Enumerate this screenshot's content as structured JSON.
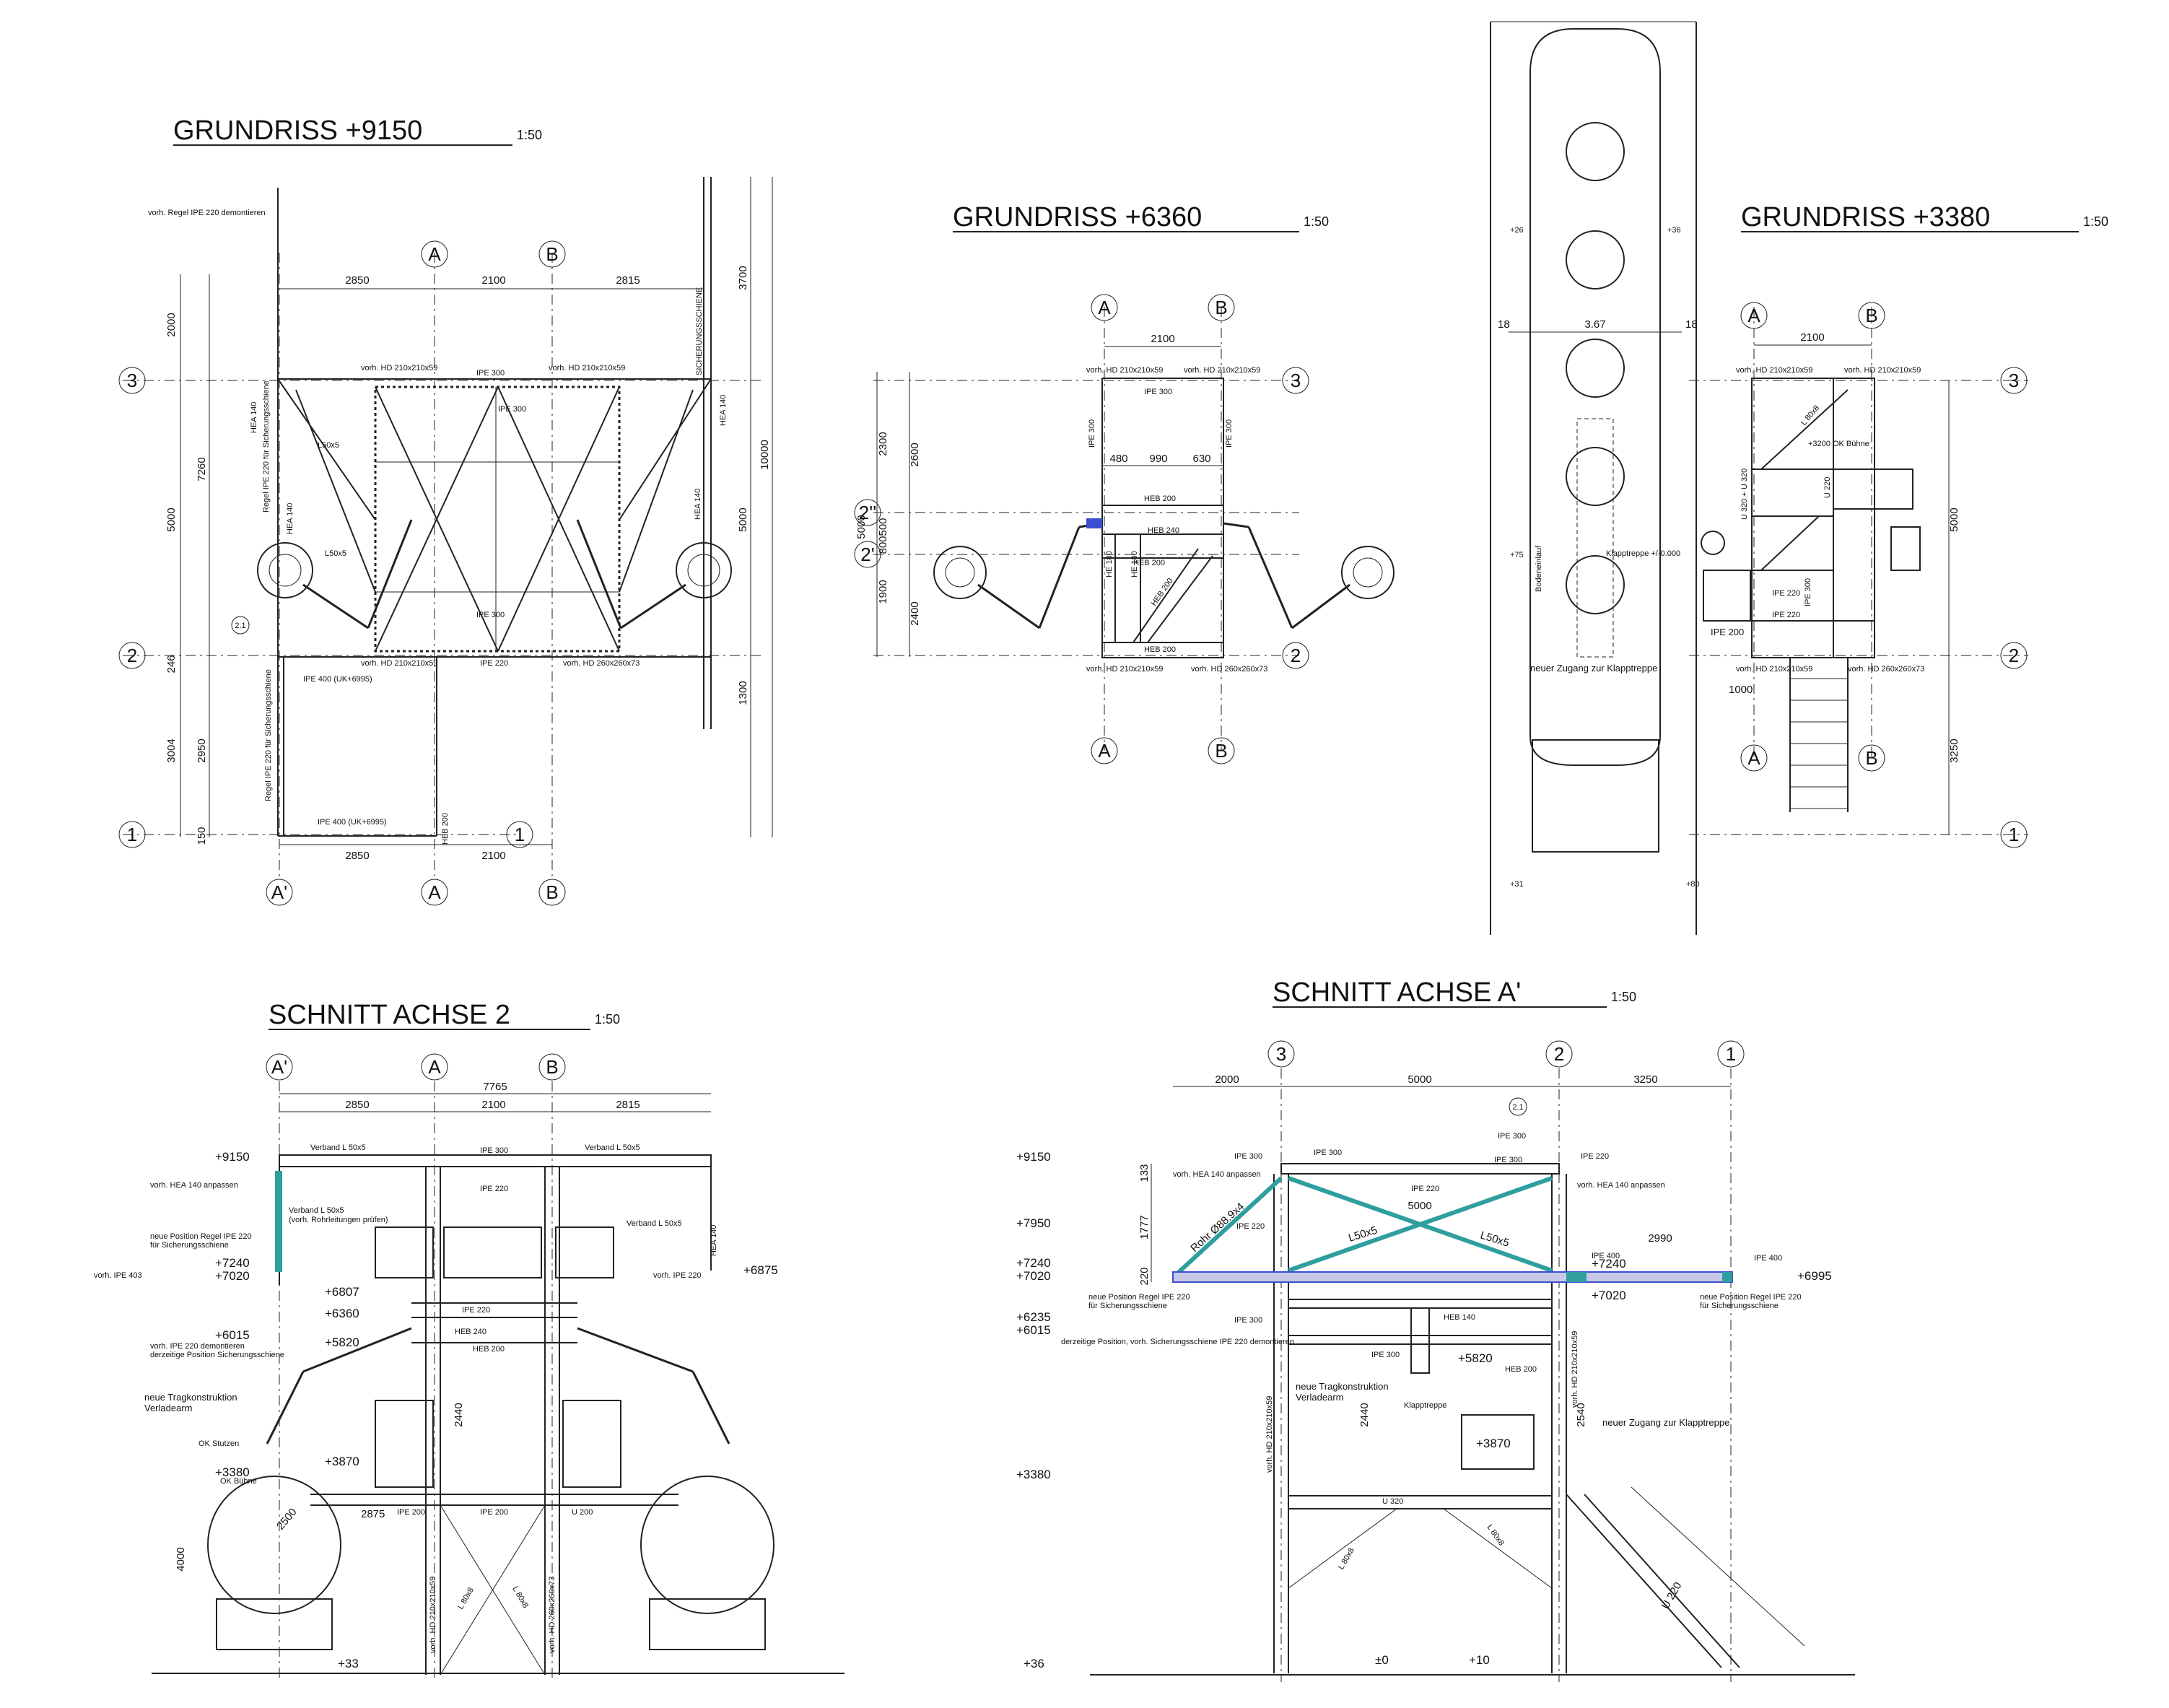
{
  "titles": {
    "g9150": "GRUNDRISS  +9150",
    "g6360": "GRUNDRISS  +6360",
    "g3380": "GRUNDRISS  +3380",
    "s2": "SCHNITT ACHSE 2",
    "sa": "SCHNITT ACHSE A'",
    "scale": "1:50"
  },
  "axes": {
    "a": "A",
    "b": "B",
    "ap": "A'",
    "one": "1",
    "two": "2",
    "three": "3",
    "two1": "2.1",
    "two2": "2''",
    "two3": "2'"
  },
  "colors": {
    "line": "#222222",
    "accent_teal": "#2f9e9e",
    "accent_blue": "#3b4fd1"
  },
  "g9150": {
    "dims_top": [
      "2850",
      "2100",
      "2815"
    ],
    "dims_bottom": [
      "2850",
      "2100"
    ],
    "dims_left": [
      "2000",
      "7260",
      "5000",
      "246",
      "3004",
      "2950",
      "150"
    ],
    "dims_right": [
      "3700",
      "10000",
      "5000",
      "1300"
    ],
    "labels": {
      "remove": "vorh. Regel IPE 220 demontieren",
      "hd1": "vorh. HD 210x210x59",
      "hd2": "vorh. HD 210x210x59",
      "hd3": "vorh. HD 210x210x59",
      "hd4": "vorh. HD 260x260x73",
      "ipe300a": "IPE 300",
      "ipe300b": "IPE 300",
      "ipe300c": "IPE 300",
      "ipe220": "IPE 220",
      "ipe400a": "IPE 400 (UK+6995)",
      "ipe400b": "IPE 400 (UK+6995)",
      "hea140a": "HEA 140",
      "hea140b": "HEA 140",
      "hea140c": "HEA 140",
      "hea140d": "HEA 140",
      "heb200": "HEB 200",
      "sich": "SICHERUNGSSCHIENE",
      "regel1": "Regel IPE 220 für Sicherungsschiene",
      "regel2": "Regel IPE 220 für Sicherungsschiene",
      "l50a": "L50x5",
      "l50b": "L50x5"
    }
  },
  "g6360": {
    "dim_top": "2100",
    "dims_mid": [
      "480",
      "990",
      "630"
    ],
    "dims_left": [
      "2300",
      "2600",
      "500",
      "5000",
      "800",
      "1900",
      "2400"
    ],
    "labels": {
      "hd1": "vorh. HD 210x210x59",
      "hd2": "vorh. HD 210x210x59",
      "hd3": "vorh. HD 210x210x59",
      "hd4": "vorh. HD 260x260x73",
      "ipe300a": "IPE 300",
      "ipe300b": "IPE 300",
      "ipe300c": "IPE 300",
      "heb200a": "HEB 200",
      "heb200b": "HEB 200",
      "heb200c": "HEB 200",
      "heb200d": "HEB 200",
      "heb240": "HEB 240",
      "he180a": "HE 180",
      "he180b": "HE 180"
    }
  },
  "g3380": {
    "dim_top": "2100",
    "dim_tank": "3.67",
    "dim_1000": "1000",
    "dims_right": [
      "5000",
      "3250"
    ],
    "side": [
      "18",
      "18"
    ],
    "levels": [
      "+26",
      "+36",
      "+75",
      "+31",
      "+80"
    ],
    "labels": {
      "hd1": "vorh. HD 210x210x59",
      "hd2": "vorh. HD 210x210x59",
      "hd3": "vorh. HD 210x210x59",
      "hd4": "vorh. HD 260x260x73",
      "buehne": "+3200 OK Bühne",
      "klapp": "Klapptreppe  +/-0.000",
      "zugang": "neuer Zugang zur Klapptreppe",
      "ipe200": "IPE 200",
      "ipe220a": "IPE 220",
      "ipe220b": "IPE 220",
      "ipe300": "IPE 300",
      "u320": "U 320 + U 320",
      "u220": "U 220",
      "l80": "L 80x8",
      "boden": "Bodeneinlauf"
    }
  },
  "s2": {
    "dim_total": "7765",
    "dims": [
      "2850",
      "2100",
      "2815"
    ],
    "levels": [
      "+9150",
      "+7240",
      "+7020",
      "+6807",
      "+6360",
      "+6015",
      "+5820",
      "+3870",
      "+3380",
      "+6875",
      "+33"
    ],
    "inner_dims": [
      "2440",
      "2500",
      "2875",
      "4000"
    ],
    "labels": {
      "verband1": "Verband L 50x5",
      "verband2": "Verband L 50x5",
      "verband3": "Verband L 50x5",
      "verband4": "Verband L 50x5",
      "verband_note": "(vorh. Rohrleitungen prüfen)",
      "hea_anp": "vorh. HEA 140 anpassen",
      "neu_pos1": "neue Position Regel IPE 220",
      "neu_pos2": "für Sicherungsschiene",
      "ipe403": "vorh. IPE 403",
      "ipe220r": "vorh. IPE 220",
      "dem1": "vorh. IPE 220 demontieren",
      "dem2": "derzeitige Position Sicherungsschiene",
      "trag1": "neue Tragkonstruktion",
      "trag2": "Verladearm",
      "ok_stutzen": "OK Stutzen",
      "ok_buehne": "OK Bühne",
      "ipe300": "IPE 300",
      "ipe220a": "IPE 220",
      "ipe220b": "IPE 220",
      "heb240": "HEB 240",
      "heb200": "HEB 200",
      "ipe200a": "IPE 200",
      "ipe200b": "IPE 200",
      "u200": "U 200",
      "hea140": "HEA 140",
      "hd1": "vorh. HD 210x210x59",
      "hd2": "vorh. HD 260x260x73",
      "l80a": "L 80x8",
      "l80b": "L 80x8"
    }
  },
  "sa": {
    "dims": [
      "2000",
      "5000",
      "3250",
      "2990",
      "5000"
    ],
    "vdims": [
      "133",
      "1777",
      "220",
      "2440",
      "2540"
    ],
    "levels": [
      "+9150",
      "+7950",
      "+7240",
      "+7020",
      "+6235",
      "+6015",
      "+3380",
      "+36",
      "+7240",
      "+7020",
      "+6995",
      "+5820",
      "+3870",
      "±0",
      "+10"
    ],
    "labels": {
      "ipe300a": "IPE 300",
      "ipe300b": "IPE 300",
      "ipe300c": "IPE 300",
      "ipe300d": "IPE 300",
      "ipe300e": "IPE 300",
      "ipe300f": "IPE 300",
      "ipe220a": "IPE 220",
      "ipe220b": "IPE 220",
      "ipe220c": "IPE 220",
      "ipe400a": "IPE 400",
      "ipe400b": "IPE 400",
      "hea_anp1": "vorh. HEA 140 anpassen",
      "hea_anp2": "vorh. HEA 140 anpassen",
      "rohr": "Rohr Ø88.9x4",
      "l50a": "L50x5",
      "l50b": "L50x5",
      "neu_pos1": "neue Position Regel IPE 220",
      "neu_pos2": "für Sicherungsschiene",
      "neu_pos3": "neue Position Regel IPE 220",
      "neu_pos4": "für Sicherungsschiene",
      "dem": "derzeitige Position, vorh. Sicherungsschiene IPE 220 demontieren",
      "heb140": "HEB 140",
      "heb200": "HEB 200",
      "trag1": "neue Tragkonstruktion",
      "trag2": "Verladearm",
      "klapp": "Klapptreppe",
      "zugang": "neuer Zugang zur Klapptreppe",
      "u320": "U 320",
      "u220": "U 220",
      "l80a": "L 80x8",
      "l80b": "L 80x8",
      "hd1": "vorh. HD 210x210x59",
      "hd2": "vorh. HD 210x210x59"
    }
  }
}
